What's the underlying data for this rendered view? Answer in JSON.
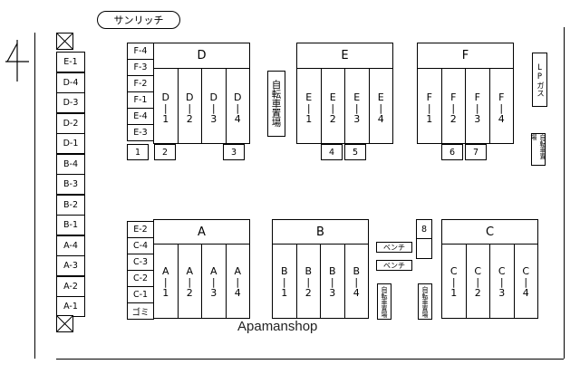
{
  "title": "サンリッチ",
  "watermark": "Apamanshop",
  "compass": "4",
  "left_column": [
    "E-1",
    "D-4",
    "D-3",
    "D-2",
    "D-1",
    "B-4",
    "B-3",
    "B-2",
    "B-1",
    "A-4",
    "A-3",
    "A-2",
    "A-1"
  ],
  "block_D": {
    "name": "D",
    "side": [
      "F-4",
      "F-3",
      "F-2",
      "F-1",
      "E-4",
      "E-3"
    ],
    "spaces": [
      [
        "D",
        "|",
        "1"
      ],
      [
        "D",
        "|",
        "2"
      ],
      [
        "D",
        "|",
        "3"
      ],
      [
        "D",
        "|",
        "4"
      ]
    ],
    "bottom": [
      "1",
      "2",
      "3"
    ]
  },
  "block_E": {
    "name": "E",
    "spaces": [
      [
        "E",
        "|",
        "1"
      ],
      [
        "E",
        "|",
        "2"
      ],
      [
        "E",
        "|",
        "3"
      ],
      [
        "E",
        "|",
        "4"
      ]
    ],
    "bottom": [
      "4",
      "5"
    ]
  },
  "block_F": {
    "name": "F",
    "spaces": [
      [
        "F",
        "|",
        "1"
      ],
      [
        "F",
        "|",
        "2"
      ],
      [
        "F",
        "|",
        "3"
      ],
      [
        "F",
        "|",
        "4"
      ]
    ],
    "bottom": [
      "6",
      "7"
    ]
  },
  "block_A": {
    "name": "A",
    "side": [
      "E-2",
      "C-4",
      "C-3",
      "C-2",
      "C-1",
      "ゴミ"
    ],
    "spaces": [
      [
        "A",
        "|",
        "1"
      ],
      [
        "A",
        "|",
        "2"
      ],
      [
        "A",
        "|",
        "3"
      ],
      [
        "A",
        "|",
        "4"
      ]
    ]
  },
  "block_B": {
    "name": "B",
    "spaces": [
      [
        "B",
        "|",
        "1"
      ],
      [
        "B",
        "|",
        "2"
      ],
      [
        "B",
        "|",
        "3"
      ],
      [
        "B",
        "|",
        "4"
      ]
    ]
  },
  "block_C": {
    "name": "C",
    "spaces": [
      [
        "C",
        "|",
        "1"
      ],
      [
        "C",
        "|",
        "2"
      ],
      [
        "C",
        "|",
        "3"
      ],
      [
        "C",
        "|",
        "4"
      ]
    ]
  },
  "space_8": "8",
  "bench_1": "ベンチ",
  "bench_2": "ベンチ",
  "bicycle_center": "自転車置場",
  "bicycle_right": "自転車置場",
  "bicycle_bottom_1": "自転車置場",
  "bicycle_bottom_2": "自転車置場",
  "lp_gas": "LPガス"
}
